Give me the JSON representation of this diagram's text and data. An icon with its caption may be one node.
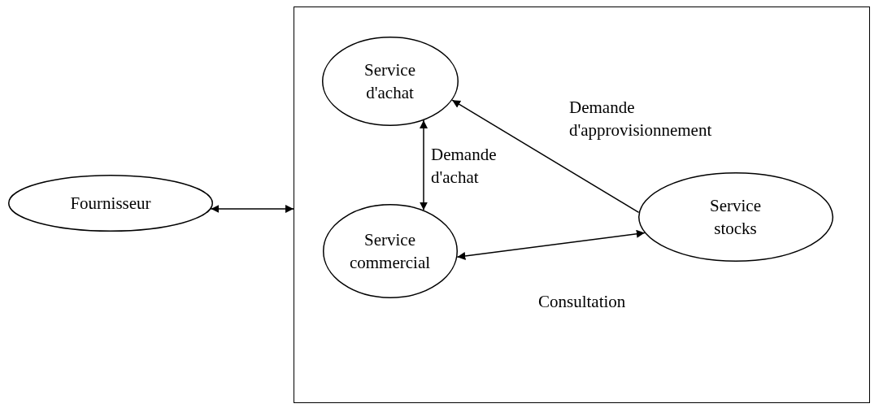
{
  "diagram": {
    "nodes": [
      {
        "text": [],
        "shape": "box"
      },
      {
        "text": [
          "Fournisseur"
        ]
      },
      {
        "text": [
          "Service d'achat"
        ],
        "in": 0
      },
      {
        "text": [
          "Service commercial"
        ],
        "in": 0
      },
      {
        "text": [
          "Service stocks"
        ],
        "in": 0
      }
    ],
    "edges": [
      {
        "from": 1,
        "to": 0,
        "arrow": "both"
      },
      {
        "from": 2,
        "to": 3,
        "arrow": "both",
        "label": "Demande d'achat"
      },
      {
        "from": 4,
        "to": 2,
        "arrow": "to",
        "label": "Demande d'approvisionnement"
      },
      {
        "from": 3,
        "to": 4,
        "arrow": "both",
        "label": "Consultation"
      }
    ]
  }
}
